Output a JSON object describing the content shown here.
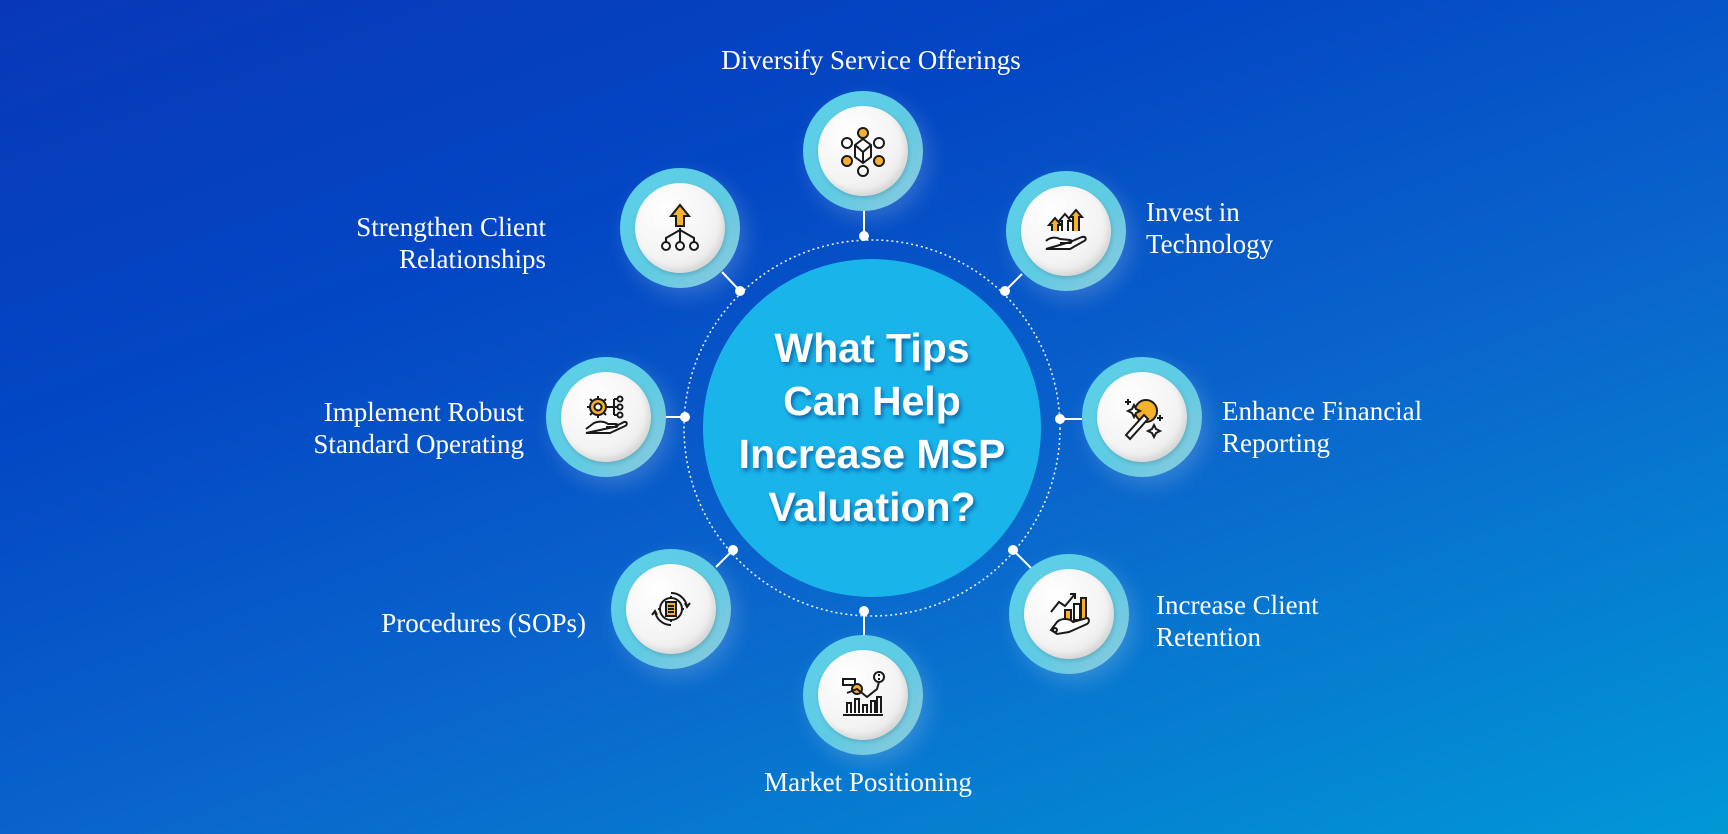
{
  "diagram": {
    "title": "What Tips\nCan Help\nIncrease MSP\nValuation?",
    "colors": {
      "background_start": "#0838b8",
      "background_end": "#0198d6",
      "center_circle": "#19b5ea",
      "node_ring": "#5ad0e8",
      "icon_accent": "#f6b22b",
      "icon_stroke": "#1a1a1a"
    },
    "items": [
      {
        "label": "Diversify Service Offerings",
        "icon": "network-people-icon",
        "position": "top"
      },
      {
        "label": "Invest in\nTechnology",
        "icon": "hand-growth-arrows-icon",
        "position": "top-right"
      },
      {
        "label": "Enhance Financial\nReporting",
        "icon": "magic-wand-icon",
        "position": "right"
      },
      {
        "label": "Increase Client\nRetention",
        "icon": "hand-chart-growth-icon",
        "position": "bottom-right"
      },
      {
        "label": "Market Positioning",
        "icon": "market-analytics-icon",
        "position": "bottom"
      },
      {
        "label": "Procedures (SOPs)",
        "icon": "gear-document-cycle-icon",
        "position": "bottom-left"
      },
      {
        "label": "Implement Robust\nStandard Operating",
        "icon": "hand-gear-hierarchy-icon",
        "position": "left"
      },
      {
        "label": "Strengthen Client\nRelationships",
        "icon": "arrow-branch-icon",
        "position": "top-left"
      }
    ]
  }
}
